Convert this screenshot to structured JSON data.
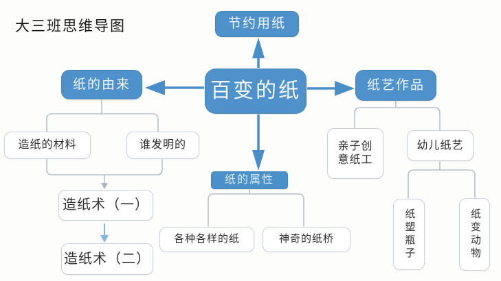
{
  "page": {
    "title": "大三班思维导图",
    "background_color": "#fdfdfc"
  },
  "colors": {
    "node_blue": "#4f92cb",
    "attr_node_blue": "#4a90c9",
    "arrow_blue": "#4a8ec9",
    "light_arrow_blue": "#85b7de",
    "connector_gray": "#b6c0ca",
    "white_box_border": "#c9cfd8",
    "box_text": "#2e2e2e"
  },
  "nodes": {
    "central": "百变的纸",
    "save_paper": "节约用纸",
    "paper_origin": "纸的由来",
    "materials": "造纸的材料",
    "inventor": "谁发明的",
    "papermaking_1": "造纸术（一）",
    "papermaking_2": "造纸术（二）",
    "paper_properties": "纸的属性",
    "various_paper": "各种各样的纸",
    "paper_bridge": "神奇的纸桥",
    "parent_child_craft": "亲子创意纸工",
    "kids_paper_art": "幼儿纸艺",
    "paper_bottle": "纸塑瓶子",
    "paper_animal": "纸变动物"
  }
}
